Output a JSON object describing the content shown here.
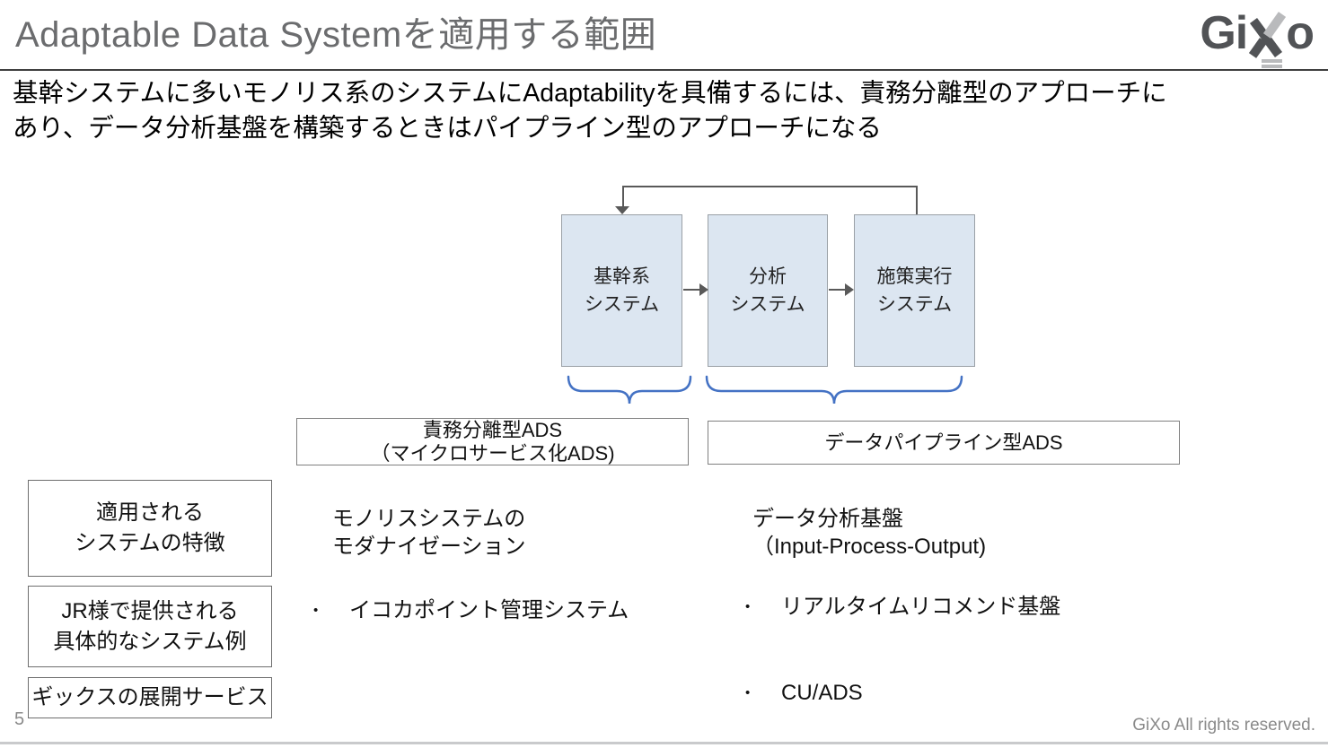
{
  "header": {
    "title": "Adaptable Data Systemを適用する範囲",
    "logo": {
      "text": "GiXo",
      "part_gi": "Gi",
      "part_o": "o"
    }
  },
  "subtitle": {
    "line1": "基幹システムに多いモノリス系のシステムにAdaptabilityを具備するには、責務分離型のアプローチに",
    "line2": "あり、データ分析基盤を構築するときはパイプライン型のアプローチになる"
  },
  "diagram": {
    "boxes": [
      {
        "label": "基幹系\nシステム"
      },
      {
        "label": "分析\nシステム"
      },
      {
        "label": "施策実行\nシステム"
      }
    ],
    "groups": [
      {
        "label": "責務分離型ADS\n（マイクロサービス化ADS)"
      },
      {
        "label": "データパイプライン型ADS"
      }
    ],
    "colors": {
      "box_fill": "#dce6f1",
      "box_border": "#9aa0a6",
      "brace": "#4472c4",
      "connector": "#595959"
    }
  },
  "rows": [
    {
      "label": "適用される\nシステムの特徴"
    },
    {
      "label": "JR様で提供される\n具体的なシステム例"
    },
    {
      "label": "ギックスの展開サービス"
    }
  ],
  "columns": {
    "separated": {
      "heading": "モノリスシステムの\nモダナイゼーション",
      "bullets": [
        "イコカポイント管理システム"
      ]
    },
    "pipeline": {
      "heading": "データ分析基盤\n（Input-Process-Output)",
      "bullets": [
        "リアルタイムリコメンド基盤",
        "CU/ADS"
      ]
    }
  },
  "list": {
    "bullet_char": "•"
  },
  "footer": {
    "page_number": "5",
    "copyright": "GiXo All rights reserved."
  }
}
